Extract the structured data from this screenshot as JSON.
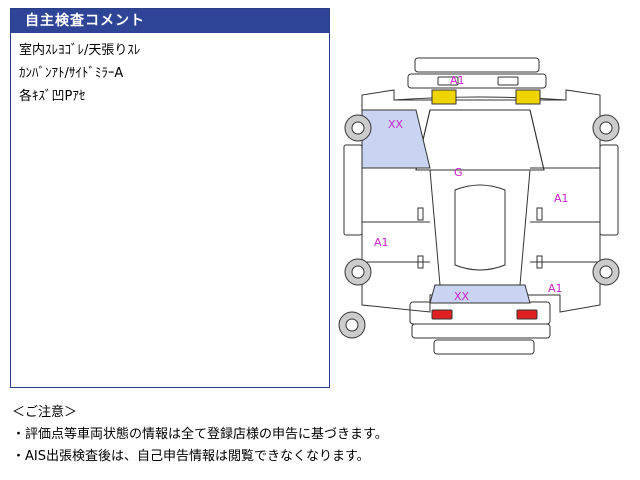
{
  "comment_box": {
    "title": "自主検査コメント",
    "lines": [
      "室内ｽﾚﾖｺﾞﾚ/天張りｽﾚ",
      "ｶﾝﾊﾞﾝｱﾄ/ｻｲﾄﾞﾐﾗｰA",
      "各ｷｽﾞ凹Pｱｾ"
    ]
  },
  "diagram": {
    "labels": {
      "front_bumper": "A1",
      "hood": "XX",
      "roof": "G",
      "right_front_door": "A1",
      "left_side": "A1",
      "rear": "XX",
      "right_rear": "A1"
    },
    "colors": {
      "yellow_panel": "#f0d400",
      "blue_panel": "#c8d4f2",
      "red_lamp": "#e02020",
      "label_text": "#cc22cc"
    }
  },
  "notes": {
    "heading": "＜ご注意＞",
    "items": [
      "・評価点等車両状態の情報は全て登録店様の申告に基づきます。",
      "・AIS出張検査後は、自己申告情報は閲覧できなくなります。"
    ]
  }
}
